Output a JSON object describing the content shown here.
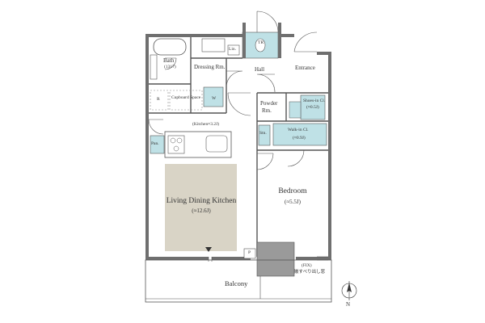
{
  "rooms": {
    "bath": "Bath",
    "bath_size": "(1317)",
    "dressing": "Dressing Rm.",
    "laundry": "Lin.",
    "toilet": "TR",
    "hall": "Hall",
    "entrance": "Entrance",
    "fridge": "R",
    "cupboard": "Cupboard Space",
    "washer": "W",
    "powder_line1": "Powder",
    "powder_line2": "Rm.",
    "shoes_closet": "Shoes-in Cl.",
    "shoes_size": "(≈0.5J)",
    "storage": "Stn.",
    "walkin_closet": "Walk-in Cl.",
    "walkin_size": "(≈0.9J)",
    "kitchen": "(Kitchen≈3.2J)",
    "pantry": "Pan.",
    "ldk_line1": "Living Dining Kitchen",
    "ldk_size": "(≈12.6J)",
    "bedroom": "Bedroom",
    "bedroom_size": "(≈5.5J)",
    "pipe_space": "P",
    "fix_line1": "(FIX)",
    "fix_line2": "嵌すべり出し窓",
    "balcony": "Balcony",
    "north": "N"
  },
  "colors": {
    "wall": "#6f6f6f",
    "fixture_blue": "#bfe1e6",
    "ldk_floor": "#d9d4c6",
    "column": "#9a9a9a",
    "outline": "#555555"
  },
  "icons": {
    "entry_marker": "triangle-down-icon",
    "compass": "north-compass-icon"
  }
}
